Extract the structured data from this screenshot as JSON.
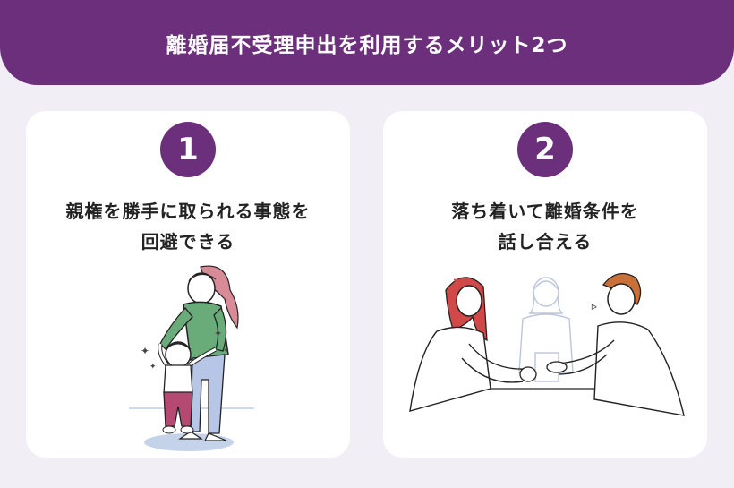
{
  "header": {
    "title": "離婚届不受理申出を利用するメリット2つ"
  },
  "cards": [
    {
      "number": "1",
      "title_line1": "親権を勝手に取られる事態を",
      "title_line2": "回避できる"
    },
    {
      "number": "2",
      "title_line1": "落ち着いて離婚条件を",
      "title_line2": "話し合える"
    }
  ],
  "colors": {
    "accent": "#6c2f7c",
    "background": "#f1eff5",
    "card": "#ffffff"
  }
}
